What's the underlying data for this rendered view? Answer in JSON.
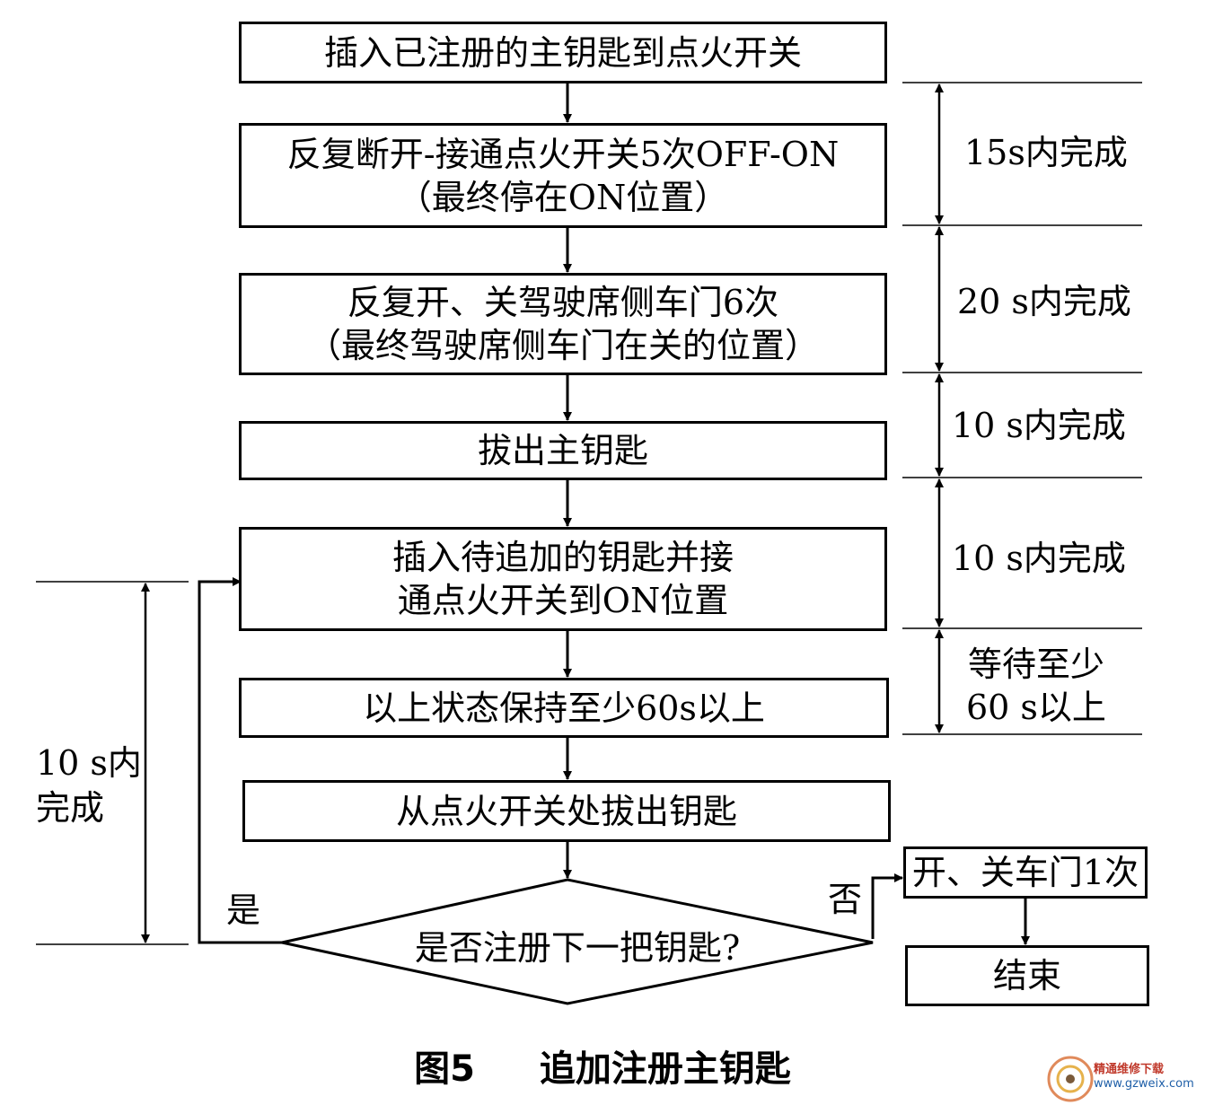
{
  "steps": {
    "step1": "插入已注册的主钥匙到点火开关",
    "step2_line1": "反复断开-接通点火开关5次OFF-ON",
    "step2_line2": "（最终停在ON位置）",
    "step3_line1": "反复开、关驾驶席侧车门6次",
    "step3_line2": "（最终驾驶席侧车门在关的位置）",
    "step4": "拔出主钥匙",
    "step5_line1": "插入待追加的钥匙并接",
    "step5_line2": "通点火开关到ON位置",
    "step6": "以上状态保持至少60s以上",
    "step7": "从点火开关处拔出钥匙"
  },
  "decision": {
    "question": "是否注册下一把钥匙?",
    "yes_label": "是",
    "no_label": "否"
  },
  "no_branch": {
    "action": "开、关车门1次",
    "end": "结束"
  },
  "timings": {
    "t1": "15s内完成",
    "t2": "20 s内完成",
    "t3": "10 s内完成",
    "t4": "10 s内完成",
    "t5_line1": "等待至少",
    "t5_line2": "60 s以上",
    "loop_line1": "10 s内",
    "loop_line2": "完成"
  },
  "caption": {
    "figure_no": "图5",
    "title": "追加注册主钥匙"
  },
  "watermark": {
    "name": "精通维修下载",
    "url": "www.gzweix.com"
  },
  "colors": {
    "line": "#000000",
    "background": "#ffffff",
    "watermark_red": "#c0392b",
    "watermark_blue": "#1f5fa8"
  }
}
